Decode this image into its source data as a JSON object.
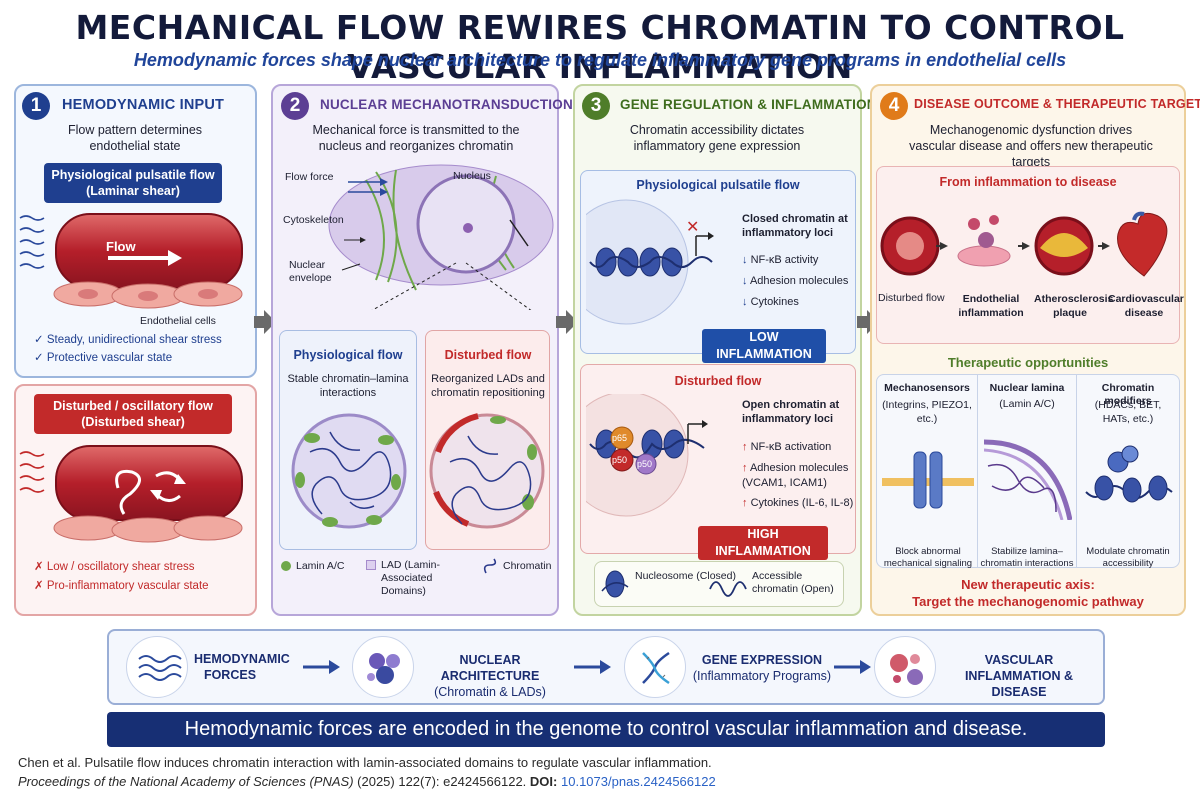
{
  "title": "MECHANICAL FLOW REWIRES CHROMATIN TO CONTROL VASCULAR INFLAMMATION",
  "subtitle": "Hemodynamic forces shape nuclear architecture to regulate inflammatory gene programs in endothelial cells",
  "colors": {
    "blue": "#1f3f8f",
    "purple": "#5c3f94",
    "green": "#4f7d2a",
    "orange": "#e07b1a",
    "red": "#c22a2a",
    "navy": "#172f74"
  },
  "panel1": {
    "num": "1",
    "heading": "HEMODYNAMIC INPUT",
    "text": "Flow pattern determines endothelial state",
    "physio_title_1": "Physiological pulsatile flow",
    "physio_title_2": "(Laminar shear)",
    "flow_label": "Flow",
    "cells_label": "Endothelial cells",
    "physio_points": [
      "Steady, unidirectional shear stress",
      "Protective vascular state"
    ],
    "disturbed_title_1": "Disturbed / oscillatory flow",
    "disturbed_title_2": "(Disturbed shear)",
    "disturbed_points": [
      "Low / oscillatory shear stress",
      "Pro-inflammatory vascular state"
    ]
  },
  "panel2": {
    "num": "2",
    "heading": "NUCLEAR MECHANOTRANSDUCTION",
    "text": "Mechanical force is transmitted to the nucleus and reorganizes chromatin",
    "labels": {
      "flow_force": "Flow force",
      "nucleus": "Nucleus",
      "cytoskeleton": "Cytoskeleton",
      "nuclear_envelope": "Nuclear envelope"
    },
    "physio_title": "Physiological flow",
    "physio_text": "Stable chromatin–lamina interactions",
    "disturbed_title": "Disturbed flow",
    "disturbed_text": "Reorganized LADs and chromatin repositioning",
    "legend": {
      "lamin": "Lamin A/C",
      "lad": "LAD (Lamin-Associated Domains)",
      "chromatin": "Chromatin"
    }
  },
  "panel3": {
    "num": "3",
    "heading": "GENE REGULATION & INFLAMMATION",
    "text": "Chromatin accessibility dictates inflammatory gene expression",
    "physio_title": "Physiological pulsatile flow",
    "closed_title": "Closed chromatin at inflammatory loci",
    "closed_points": [
      "NF-κB activity",
      "Adhesion molecules",
      "Cytokines"
    ],
    "low_badge": "LOW INFLAMMATION",
    "disturbed_title": "Disturbed flow",
    "open_title": "Open chromatin at inflammatory loci",
    "open_points": [
      "NF-κB activation",
      "Adhesion molecules (VCAM1, ICAM1)",
      "Cytokines (IL-6, IL-8)"
    ],
    "factors": [
      "p65",
      "p50",
      "p50"
    ],
    "high_badge": "HIGH INFLAMMATION",
    "legend": {
      "nucleosome": "Nucleosome (Closed)",
      "accessible": "Accessible chromatin (Open)"
    }
  },
  "panel4": {
    "num": "4",
    "heading": "DISEASE OUTCOME & THERAPEUTIC TARGETING",
    "text": "Mechanogenomic dysfunction drives vascular disease and offers new therapeutic targets",
    "disease_title": "From inflammation to disease",
    "disease_steps": [
      "Disturbed flow",
      "Endothelial inflammation",
      "Atherosclerosis plaque",
      "Cardiovascular disease"
    ],
    "therapy_title": "Therapeutic opportunities",
    "therapies": [
      {
        "title": "Mechanosensors",
        "detail": "(Integrins, PIEZO1, etc.)",
        "action": "Block abnormal mechanical signaling"
      },
      {
        "title": "Nuclear lamina",
        "detail": "(Lamin A/C)",
        "action": "Stabilize lamina–chromatin interactions"
      },
      {
        "title": "Chromatin modifiers",
        "detail": "(HDACs, BET, HATs, etc.)",
        "action": "Modulate chromatin accessibility"
      }
    ],
    "axis_1": "New therapeutic axis:",
    "axis_2": "Target the mechanogenomic pathway"
  },
  "flow": [
    {
      "title": "HEMODYNAMIC FORCES",
      "sub": ""
    },
    {
      "title": "NUCLEAR ARCHITECTURE",
      "sub": "(Chromatin & LADs)"
    },
    {
      "title": "GENE EXPRESSION",
      "sub": "(Inflammatory Programs)"
    },
    {
      "title": "VASCULAR INFLAMMATION & DISEASE",
      "sub": ""
    }
  ],
  "banner": "Hemodynamic forces are encoded in the genome to control vascular inflammation and disease.",
  "citation": {
    "line1": "Chen et al. Pulsatile flow induces chromatin interaction with lamin-associated domains to regulate vascular inflammation.",
    "journal": "Proceedings of the National Academy of Sciences (PNAS)",
    "volume": "(2025) 122(7): e2424566122.",
    "doi_label": "DOI:",
    "doi": "10.1073/pnas.2424566122"
  }
}
